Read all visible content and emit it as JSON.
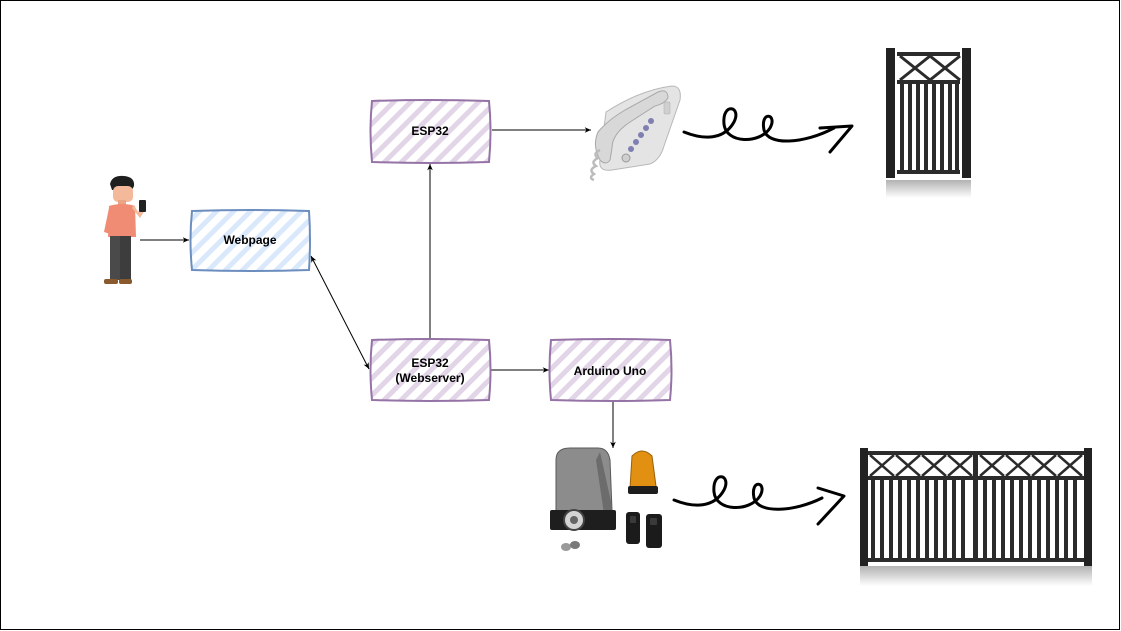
{
  "nodes": {
    "webpage": {
      "label": "Webpage"
    },
    "esp32_top": {
      "label": "ESP32"
    },
    "esp32_webserver": {
      "line1": "ESP32",
      "line2": "(Webserver)"
    },
    "arduino": {
      "label": "Arduino Uno"
    }
  },
  "icons": {
    "person": "person-with-phone-icon",
    "telephone": "wall-telephone-icon",
    "small_gate": "pedestrian-gate-icon",
    "gate_motor": "sliding-gate-motor-kit-icon",
    "large_gate": "sliding-gate-icon",
    "squiggle": "squiggle-arrow-icon"
  },
  "colors": {
    "blue_stroke": "#6c8ebf",
    "blue_hatch": "#dae8fc",
    "purple_stroke": "#9673a6",
    "purple_hatch": "#e1d5e7",
    "line": "#000000"
  }
}
